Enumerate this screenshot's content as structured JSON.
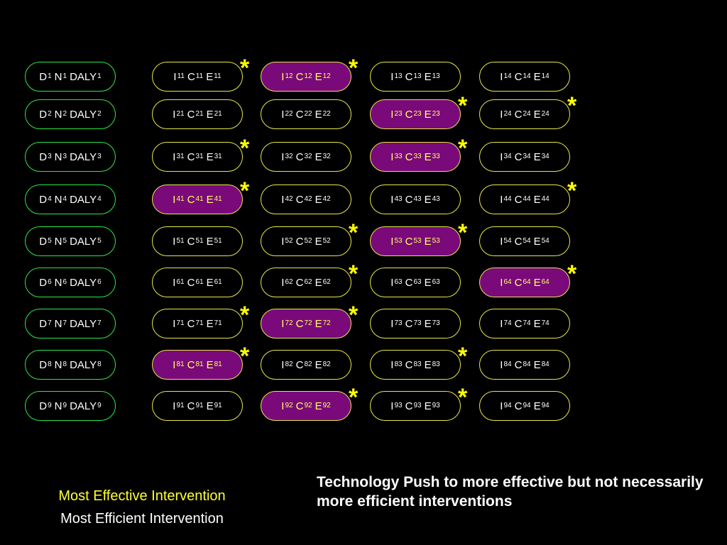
{
  "disease_rows": [
    {
      "d": "D",
      "d_sub": "1",
      "n": "N",
      "n_sub": "1",
      "daly": "DALY",
      "daly_sub": "1"
    },
    {
      "d": "D",
      "d_sub": "2",
      "n": "N",
      "n_sub": "2",
      "daly": "DALY",
      "daly_sub": "2"
    },
    {
      "d": "D",
      "d_sub": "3",
      "n": "N",
      "n_sub": "3",
      "daly": "DALY",
      "daly_sub": "3"
    },
    {
      "d": "D",
      "d_sub": "4",
      "n": "N",
      "n_sub": "4",
      "daly": "DALY",
      "daly_sub": "4"
    },
    {
      "d": "D",
      "d_sub": "5",
      "n": "N",
      "n_sub": "5",
      "daly": "DALY",
      "daly_sub": "5"
    },
    {
      "d": "D",
      "d_sub": "6",
      "n": "N",
      "n_sub": "6",
      "daly": "DALY",
      "daly_sub": "6"
    },
    {
      "d": "D",
      "d_sub": "7",
      "n": "N",
      "n_sub": "7",
      "daly": "DALY",
      "daly_sub": "7"
    },
    {
      "d": "D",
      "d_sub": "8",
      "n": "N",
      "n_sub": "8",
      "daly": "DALY",
      "daly_sub": "8"
    },
    {
      "d": "D",
      "d_sub": "9",
      "n": "N",
      "n_sub": "9",
      "daly": "DALY",
      "daly_sub": "9"
    }
  ],
  "intervention_rows": [
    {
      "cells": [
        {
          "idx": "11"
        },
        {
          "idx": "12",
          "highlight": true
        },
        {
          "idx": "13"
        },
        {
          "idx": "14"
        }
      ],
      "stars": [
        1,
        2
      ]
    },
    {
      "cells": [
        {
          "idx": "21"
        },
        {
          "idx": "22"
        },
        {
          "idx": "23",
          "highlight": true
        },
        {
          "idx": "24"
        }
      ],
      "stars": [
        3,
        4
      ]
    },
    {
      "cells": [
        {
          "idx": "31"
        },
        {
          "idx": "32"
        },
        {
          "idx": "33",
          "highlight": true
        },
        {
          "idx": "34"
        }
      ],
      "stars": [
        1,
        3
      ]
    },
    {
      "cells": [
        {
          "idx": "41",
          "highlight": true
        },
        {
          "idx": "42"
        },
        {
          "idx": "43"
        },
        {
          "idx": "44"
        }
      ],
      "stars": [
        1,
        4
      ]
    },
    {
      "cells": [
        {
          "idx": "51"
        },
        {
          "idx": "52"
        },
        {
          "idx": "53",
          "highlight": true
        },
        {
          "idx": "54"
        }
      ],
      "stars": [
        2,
        3
      ]
    },
    {
      "cells": [
        {
          "idx": "61"
        },
        {
          "idx": "62"
        },
        {
          "idx": "63"
        },
        {
          "idx": "64",
          "highlight": true
        }
      ],
      "stars": [
        2,
        4
      ]
    },
    {
      "cells": [
        {
          "idx": "71"
        },
        {
          "idx": "72",
          "highlight": true
        },
        {
          "idx": "73"
        },
        {
          "idx": "74"
        }
      ],
      "stars": [
        1,
        2
      ]
    },
    {
      "cells": [
        {
          "idx": "81",
          "highlight": true
        },
        {
          "idx": "82"
        },
        {
          "idx": "83"
        },
        {
          "idx": "84"
        }
      ],
      "stars": [
        1,
        3
      ]
    },
    {
      "cells": [
        {
          "idx": "91"
        },
        {
          "idx": "92",
          "highlight": true
        },
        {
          "idx": "93"
        },
        {
          "idx": "94"
        }
      ],
      "stars": [
        2,
        3
      ]
    }
  ],
  "cell_letters": {
    "i": "I",
    "c": "C",
    "e": "E"
  },
  "star_symbol": "*",
  "legend": {
    "line1": "Most Effective Intervention",
    "line2": "Most Efficient Intervention"
  },
  "note": "Technology Push to more effective but not necessarily more efficient interventions",
  "colors": {
    "disease_border": "#2ee84a",
    "intervention_border": "#e8e84a",
    "highlight_fill": "#7a0a7a",
    "star": "#ffff00",
    "legend_yellow": "#ffff33"
  }
}
